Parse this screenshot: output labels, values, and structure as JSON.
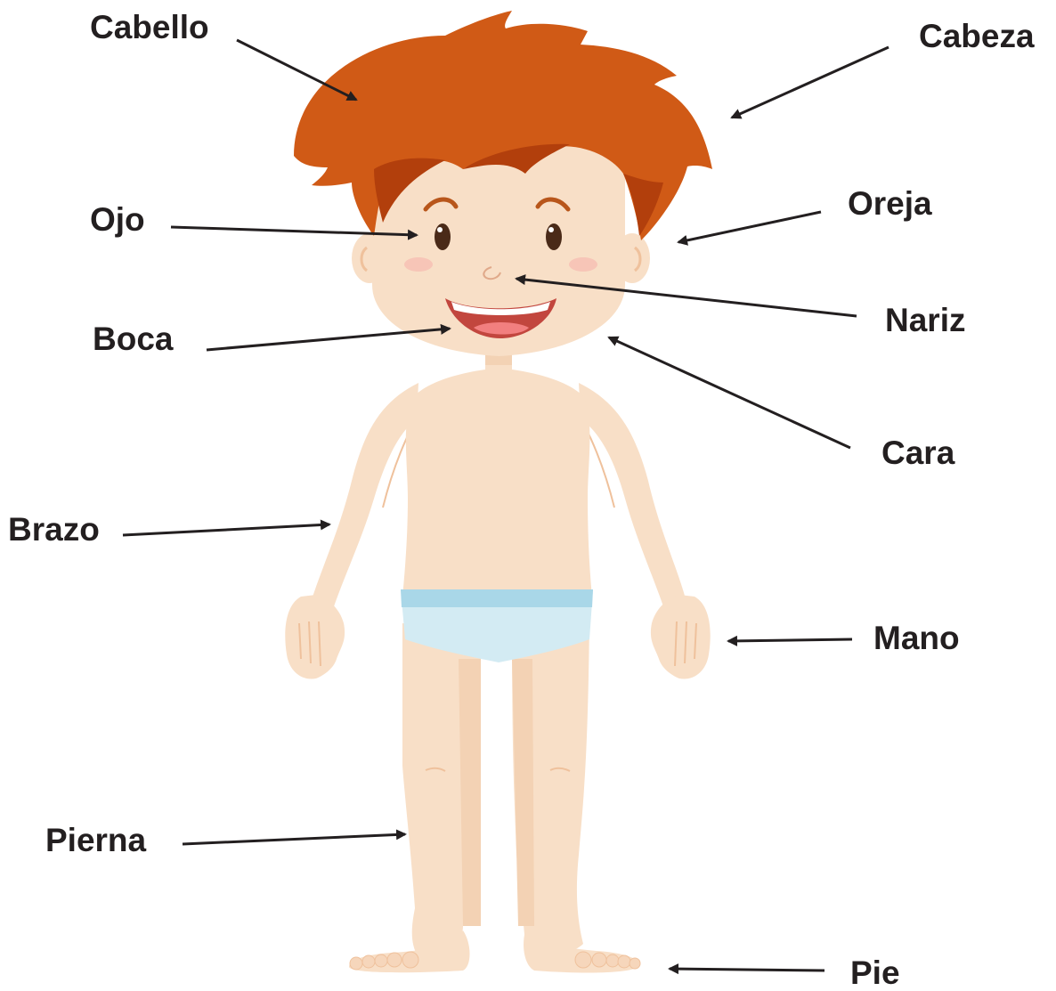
{
  "labels": {
    "cabello": "Cabello",
    "cabeza": "Cabeza",
    "ojo": "Ojo",
    "oreja": "Oreja",
    "nariz": "Nariz",
    "boca": "Boca",
    "cara": "Cara",
    "brazo": "Brazo",
    "mano": "Mano",
    "pierna": "Pierna",
    "pie": "Pie"
  },
  "colors": {
    "label_text": "#231f20",
    "arrow": "#231f20",
    "hair": "#d05a16",
    "hair_dark": "#b23f0c",
    "skin": "#f8dfc7",
    "skin_shadow": "#f1c9a6",
    "underwear": "#d3ebf3",
    "underwear_band": "#a9d7e8",
    "mouth": "#c2463e",
    "tongue": "#f27f7f",
    "eye": "#4a2a18",
    "cheek": "#f7b9b0"
  }
}
